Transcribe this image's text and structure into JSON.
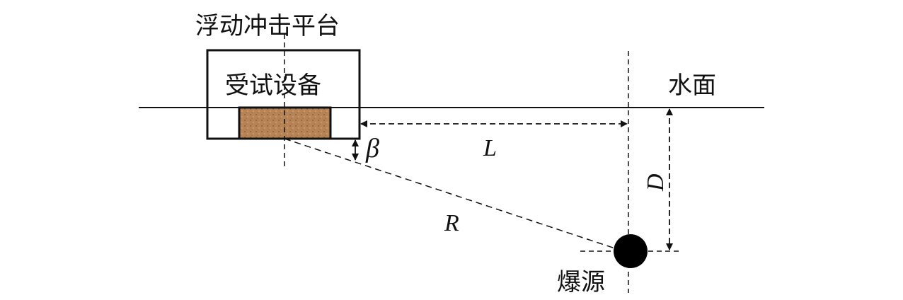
{
  "labels": {
    "platform": "浮动冲击平台",
    "equipment": "受试设备",
    "water_surface": "水面",
    "explosion_source": "爆源",
    "angle": "β",
    "horizontal_distance": "L",
    "depth": "D",
    "standoff_distance": "R"
  },
  "colors": {
    "line": "#111111",
    "equipment_fill": "#b07a4a",
    "charge": "#000000"
  }
}
